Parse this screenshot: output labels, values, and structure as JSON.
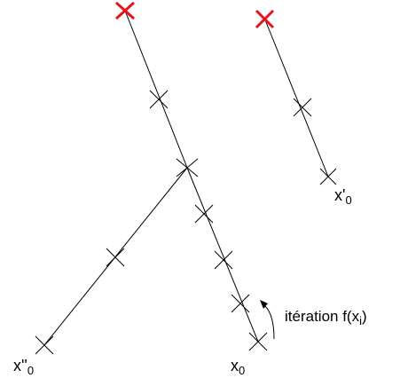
{
  "diagram": {
    "labels": {
      "x0": {
        "base": "x",
        "sub": "0"
      },
      "x_prime_0": {
        "base": "x'",
        "sub": "0"
      },
      "x_double_prime_0": {
        "base": "x''",
        "sub": "0"
      },
      "iteration": {
        "text": "itération f(x",
        "sub": "i",
        "close": ")"
      }
    },
    "colors": {
      "line": "#000000",
      "fixed_point": "#e8131a"
    },
    "icons": {
      "fixed_point_marker": "red-x-mark",
      "iterate_marker": "x-cross-mark",
      "iteration_arrow": "curved-arrow-icon"
    }
  }
}
